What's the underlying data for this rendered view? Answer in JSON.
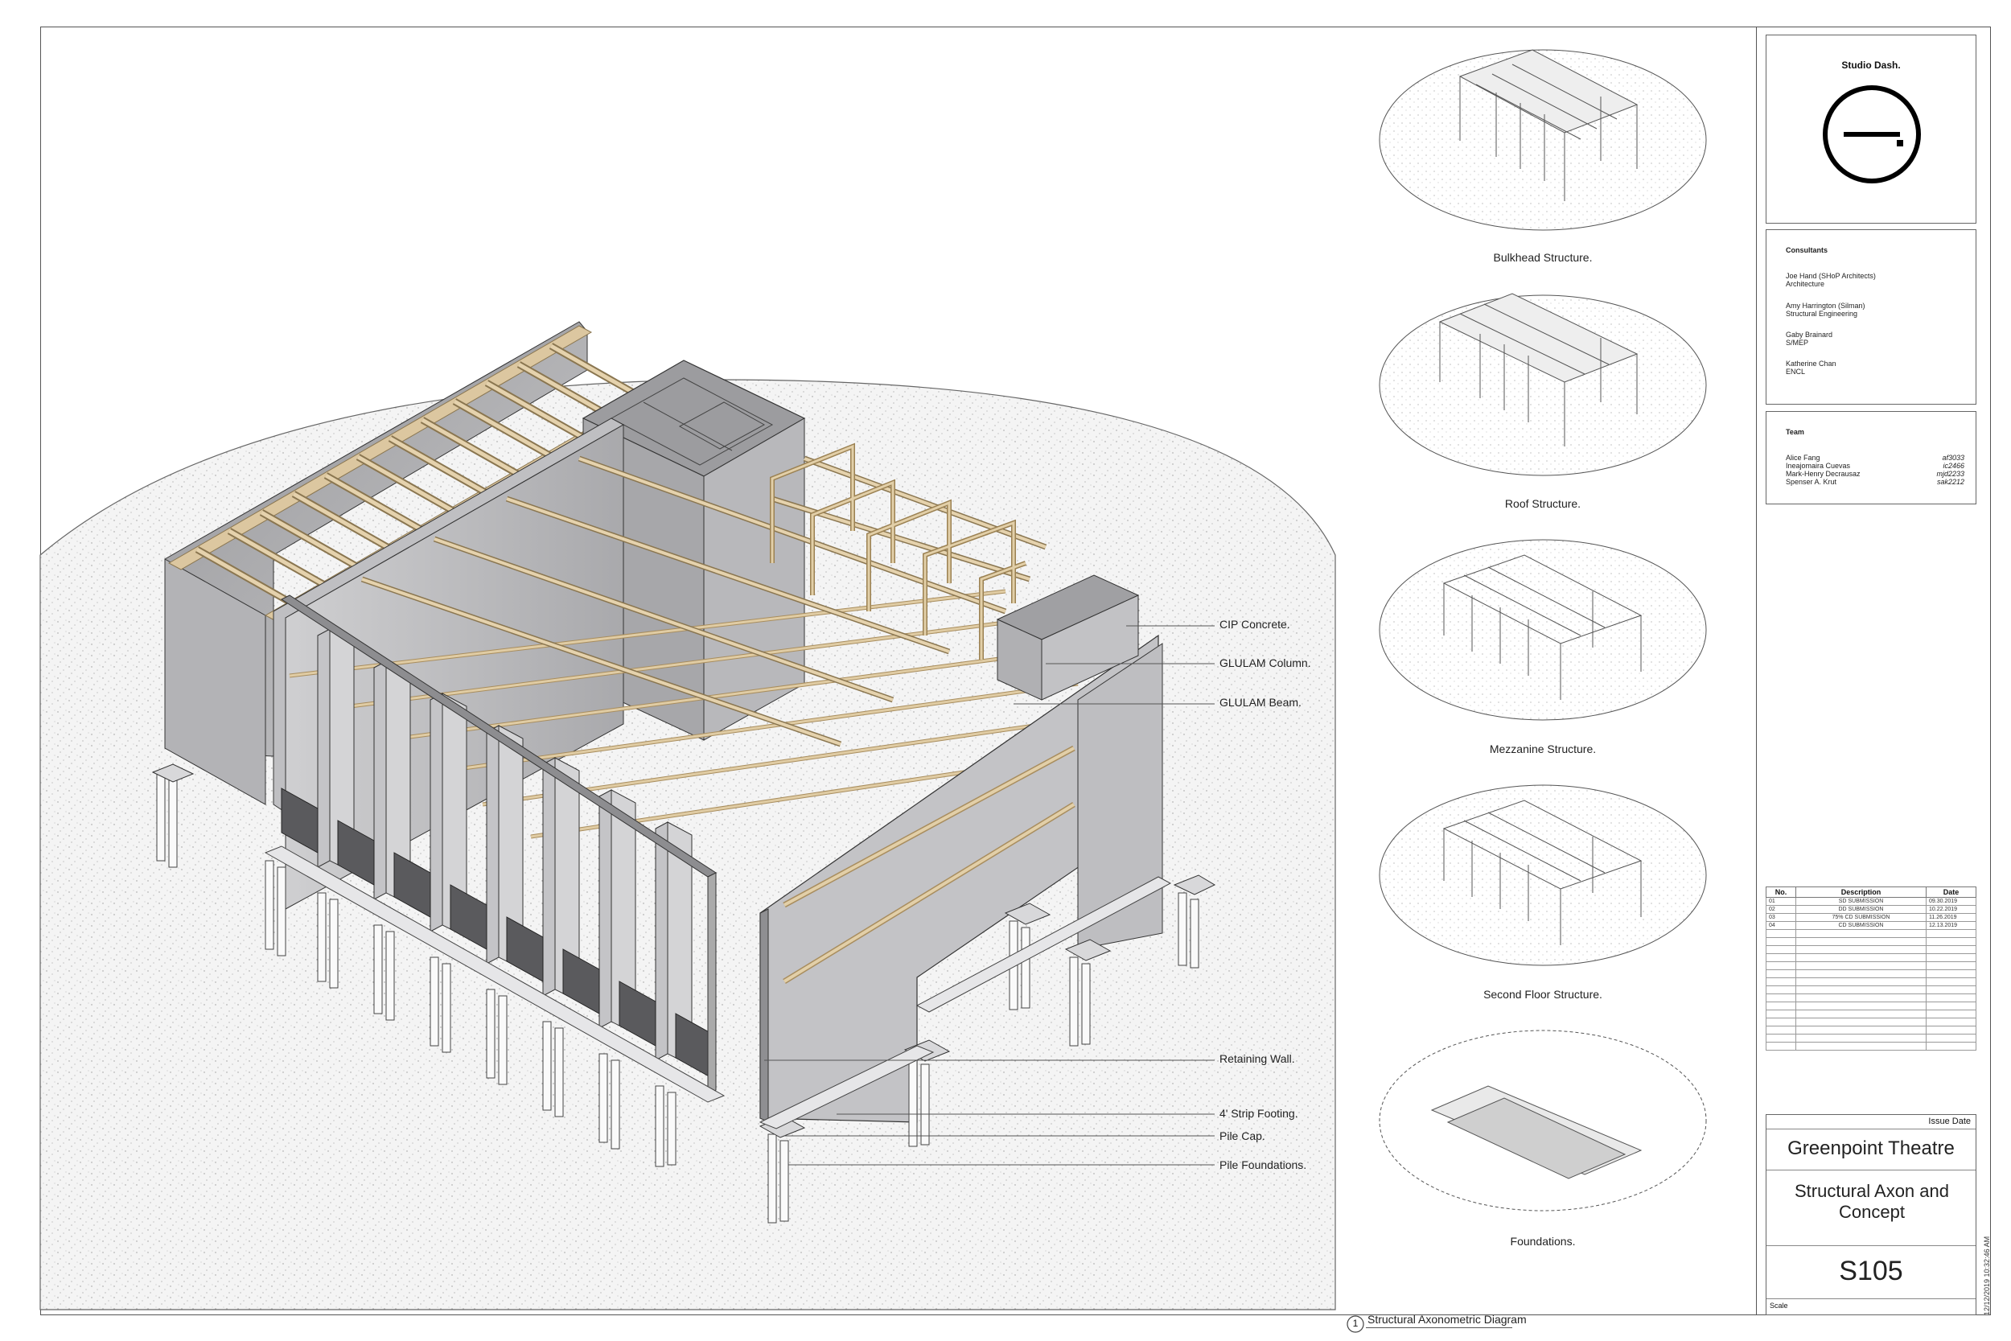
{
  "main_diagram": {
    "callouts": [
      {
        "id": "cip",
        "label": "CIP Concrete."
      },
      {
        "id": "glc",
        "label": "GLULAM Column."
      },
      {
        "id": "glb",
        "label": "GLULAM Beam."
      },
      {
        "id": "rw",
        "label": "Retaining Wall."
      },
      {
        "id": "sf",
        "label": "4' Strip Footing."
      },
      {
        "id": "pc",
        "label": "Pile Cap."
      },
      {
        "id": "pf",
        "label": "Pile Foundations."
      }
    ],
    "view_number": "1",
    "view_title": "Structural Axonometric Diagram"
  },
  "small_diagrams": [
    {
      "caption": "Bulkhead Structure."
    },
    {
      "caption": "Roof Structure."
    },
    {
      "caption": "Mezzanine Structure."
    },
    {
      "caption": "Second Floor Structure."
    },
    {
      "caption": "Foundations."
    }
  ],
  "title_block": {
    "firm": "Studio Dash.",
    "consultants_heading": "Consultants",
    "consultants": [
      {
        "name": "Joe Hand (SHoP Architects)",
        "role": "Architecture"
      },
      {
        "name": "Amy Harrington (Silman)",
        "role": "Structural Engineering"
      },
      {
        "name": "Gaby Brainard",
        "role": "S/MEP"
      },
      {
        "name": "Katherine Chan",
        "role": "ENCL"
      }
    ],
    "team_heading": "Team",
    "team": [
      {
        "name": "Alice Fang",
        "id": "af3033"
      },
      {
        "name": "Ineajomaira Cuevas",
        "id": "ic2466"
      },
      {
        "name": "Mark-Henry Decrausaz",
        "id": "mjd2233"
      },
      {
        "name": "Spenser A. Krut",
        "id": "sak2212"
      }
    ],
    "revisions_headers": [
      "No.",
      "Description",
      "Date"
    ],
    "revisions": [
      {
        "no": "01",
        "desc": "SD SUBMISSION",
        "date": "09.30.2019"
      },
      {
        "no": "02",
        "desc": "DD SUBMISSION",
        "date": "10.22.2019"
      },
      {
        "no": "03",
        "desc": "75% CD SUBMISSION",
        "date": "11.26.2019"
      },
      {
        "no": "04",
        "desc": "CD SUBMISSION",
        "date": "12.13.2019"
      }
    ],
    "issue_date_label": "Issue Date",
    "project": "Greenpoint Theatre",
    "sheet_title": "Structural Axon and Concept",
    "sheet_number": "S105",
    "scale_label": "Scale",
    "timestamp": "12/12/2019 10:32:46 AM"
  },
  "colors": {
    "concrete": "#b9b9bb",
    "concrete_dark": "#7b7b7e",
    "glulam": "#d9c39a",
    "ground": "#f3f3f3",
    "line": "#333333"
  }
}
